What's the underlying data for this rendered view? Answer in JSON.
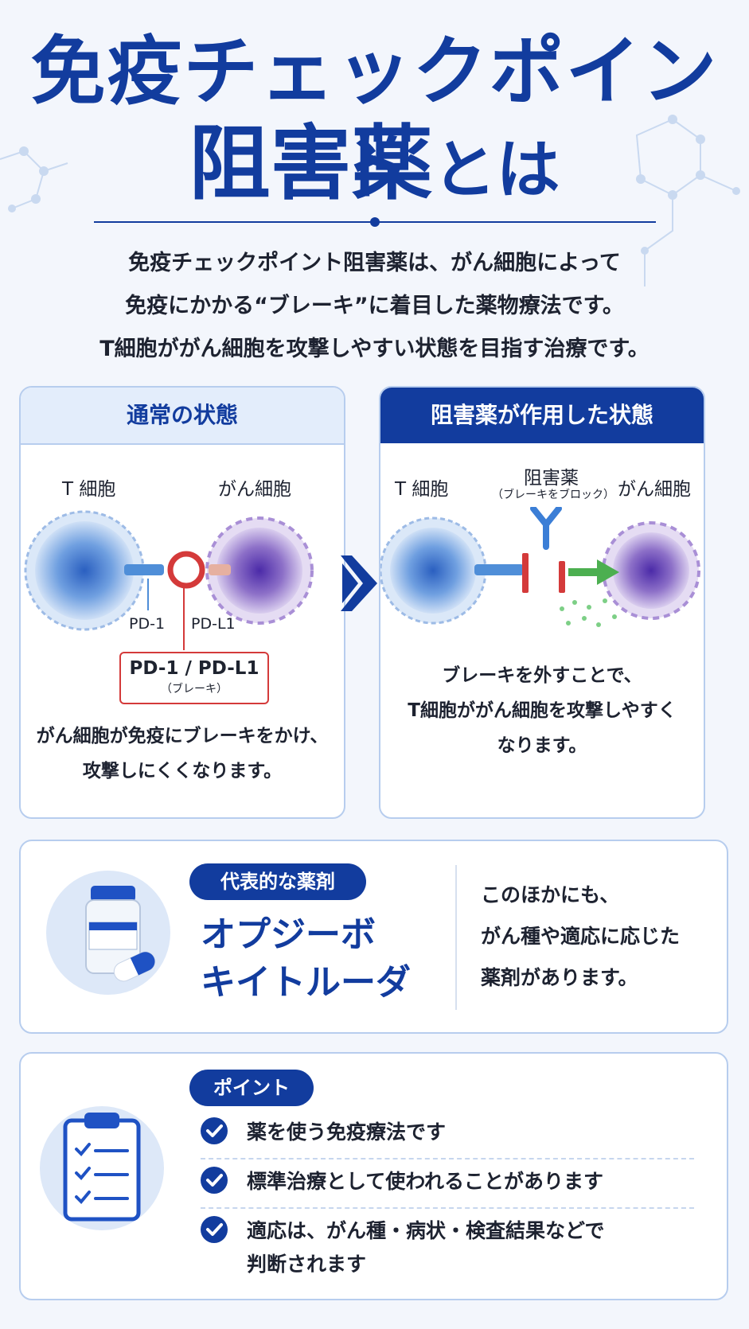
{
  "title": {
    "line1": "免疫チェックポイント",
    "line2_main": "阻害薬",
    "line2_suffix": "とは"
  },
  "intro": [
    "免疫チェックポイント阻害薬は、がん細胞によって",
    "免疫にかかる“ブレーキ”に着目した薬物療法です。",
    "T細胞ががん細胞を攻撃しやすい状態を目指す治療です。"
  ],
  "normal": {
    "header": "通常の状態",
    "t_cell": "T 細胞",
    "cancer_cell": "がん細胞",
    "pd1": "PD-1",
    "pdl1": "PD-L1",
    "brake_title": "PD-1 / PD-L1",
    "brake_sub": "（ブレーキ）",
    "desc1": "がん細胞が免疫にブレーキをかけ、",
    "desc2": "攻撃しにくくなります。"
  },
  "inhibited": {
    "header": "阻害薬が作用した状態",
    "t_cell": "T 細胞",
    "inhibitor": "阻害薬",
    "inhibitor_sub": "（ブレーキをブロック）",
    "cancer_cell": "がん細胞",
    "desc1": "ブレーキを外すことで、",
    "desc2": "T細胞ががん細胞を攻撃しやすく",
    "desc3": "なります。"
  },
  "drugs": {
    "badge": "代表的な薬剤",
    "drug1": "オプジーボ",
    "drug2": "キイトルーダ",
    "other1": "このほかにも、",
    "other2": "がん種や適応に応じた",
    "other3": "薬剤があります。"
  },
  "points": {
    "badge": "ポイント",
    "item1": "薬を使う免疫療法です",
    "item2": "標準治療として使われることがあります",
    "item3a": "適応は、がん種・病状・検査結果などで",
    "item3b": "判断されます"
  },
  "colors": {
    "brand": "#123c9e",
    "brake": "#d43a3a",
    "attack": "#4caf50",
    "border": "#b7cdee"
  }
}
